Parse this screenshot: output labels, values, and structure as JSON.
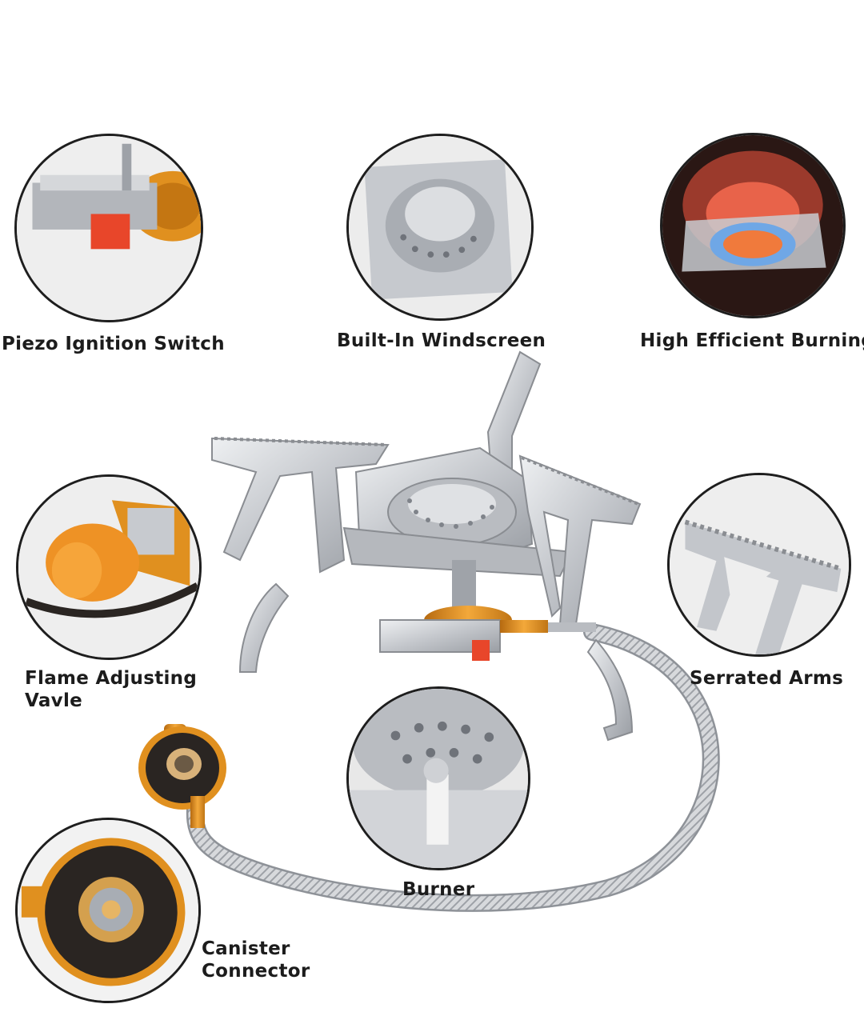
{
  "features": {
    "piezo": "Piezo Ignition Switch",
    "windscreen": "Built-In Windscreen",
    "burning": "High Efficient Burning",
    "flame_line1": "Flame Adjusting",
    "flame_line2": "Vavle",
    "serrated": "Serrated Arms",
    "burner": "Burner",
    "canister_line1": "Canister",
    "canister_line2": "Connector"
  },
  "colors": {
    "background": "#ffffff",
    "outline": "#1e1e1e",
    "steel": "#c9cbcf",
    "brass": "#e0901f",
    "ignition": "#e8462a"
  }
}
